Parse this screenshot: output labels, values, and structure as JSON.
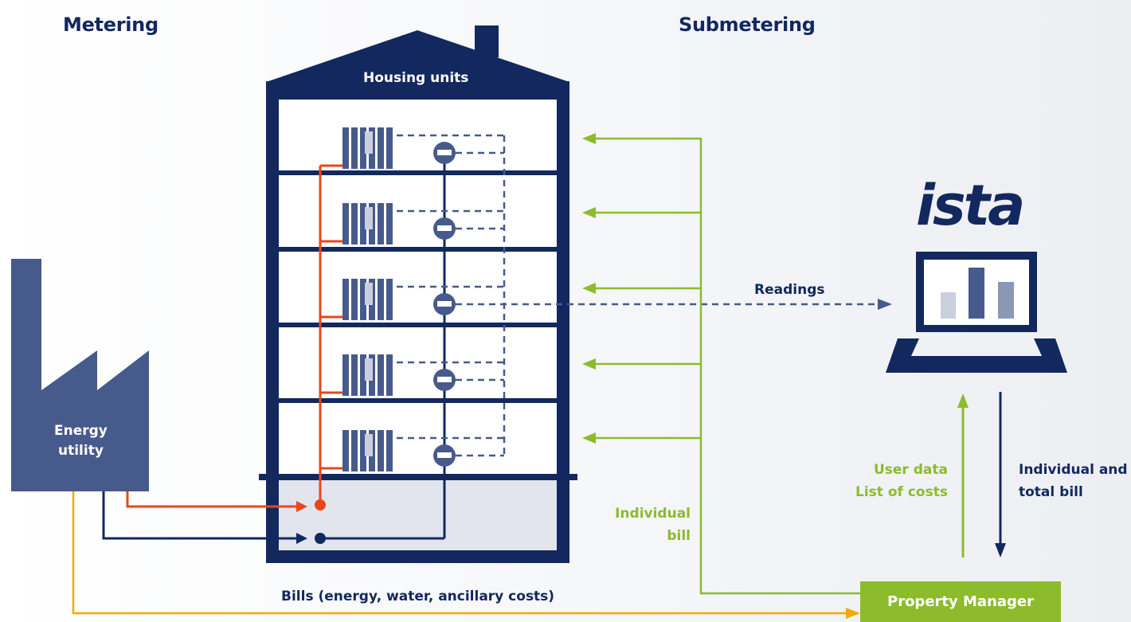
{
  "headings": {
    "metering": "Metering",
    "submetering": "Submetering"
  },
  "building": {
    "title": "Housing units",
    "floors": 5
  },
  "utility": {
    "line1": "Energy",
    "line2": "utility"
  },
  "logo": "ista",
  "labels": {
    "readings": "Readings",
    "user_data": "User data",
    "list_of_costs": "List of costs",
    "individual_and": "Individual and",
    "total_bill": "total bill",
    "individual": "Individual",
    "bill": "bill",
    "bills_note": "Bills (energy, water, ancillary costs)"
  },
  "property_manager": "Property Manager",
  "colors": {
    "navy": "#12285f",
    "slate": "#475a8c",
    "green": "#8cbb2c",
    "red": "#e8471a",
    "orange": "#f2a900",
    "basement": "#e3e5ee"
  },
  "icons": [
    "factory-icon",
    "radiator-icon",
    "meter-icon",
    "laptop-icon",
    "bar-chart-icon"
  ]
}
